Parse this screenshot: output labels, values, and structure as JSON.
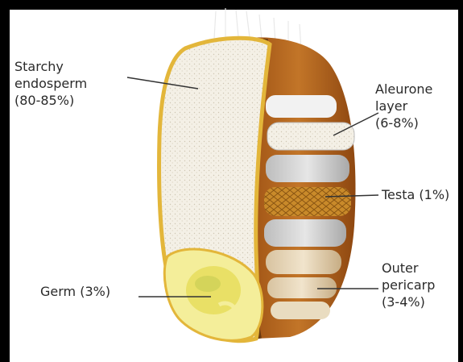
{
  "labels": {
    "starchy_endosperm": "Starchy\nendosperm\n(80-85%)",
    "aleurone_layer": "Aleurone\nlayer\n(6-8%)",
    "testa": "Testa (1%)",
    "germ": "Germ (3%)",
    "outer_pericarp": "Outer\npericarp\n(3-4%)"
  },
  "colors": {
    "endosperm": "#f3efe3",
    "endosperm_edge": "#e3b63a",
    "bran_brown": "#b8651c",
    "bran_dark": "#7a3f0d",
    "germ_yellow": "#e9e066",
    "frame": "#000000"
  }
}
